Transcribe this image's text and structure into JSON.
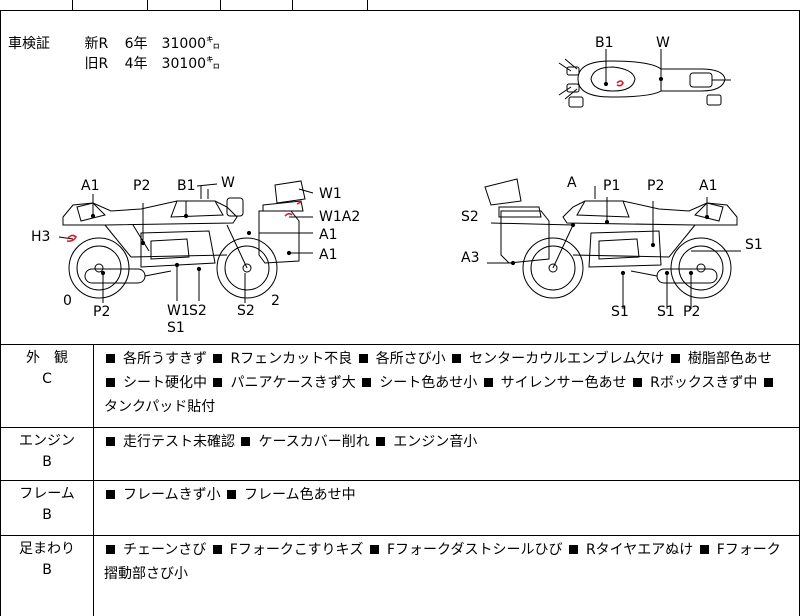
{
  "inspection": {
    "label": "車検証",
    "rows": [
      {
        "tag": "新R",
        "value": "6年　31000㌔"
      },
      {
        "tag": "旧R",
        "value": "4年　30100㌔"
      }
    ]
  },
  "diagram_labels": {
    "top_view": [
      "B1",
      "W"
    ],
    "left_side": [
      "A1",
      "P2",
      "B1",
      "W",
      "W1",
      "W1A2",
      "H3",
      "A1",
      "A1",
      "0",
      "P2",
      "W1",
      "S2",
      "S2",
      "2",
      "S1"
    ],
    "right_side": [
      "A",
      "P1",
      "P2",
      "A1",
      "S2",
      "S1",
      "A3",
      "S1",
      "S1",
      "P2"
    ]
  },
  "colors": {
    "damage_mark": "#d81e2c",
    "line": "#000000"
  },
  "conditions": [
    {
      "category": "外　観",
      "grade": "C",
      "items": [
        "各所うすきず",
        "Rフェンカット不良",
        "各所さび小",
        "センターカウルエンブレム欠け",
        "樹脂部色あせ",
        "シート硬化中",
        "パニアケースきず大",
        "シート色あせ小",
        "サイレンサー色あせ",
        "Rボックスきず中",
        "タンクパッド貼付"
      ]
    },
    {
      "category": "エンジン",
      "grade": "B",
      "items": [
        "走行テスト未確認",
        "ケースカバー削れ",
        "エンジン音小"
      ]
    },
    {
      "category": "フレーム",
      "grade": "B",
      "items": [
        "フレームきず小",
        "フレーム色あせ中"
      ]
    },
    {
      "category": "足まわり",
      "grade": "B",
      "items": [
        "チェーンさび",
        "Fフォークこすりキズ",
        "Fフォークダストシールひび",
        "Rタイヤエアぬけ",
        "Fフォーク摺動部さび小"
      ]
    }
  ]
}
